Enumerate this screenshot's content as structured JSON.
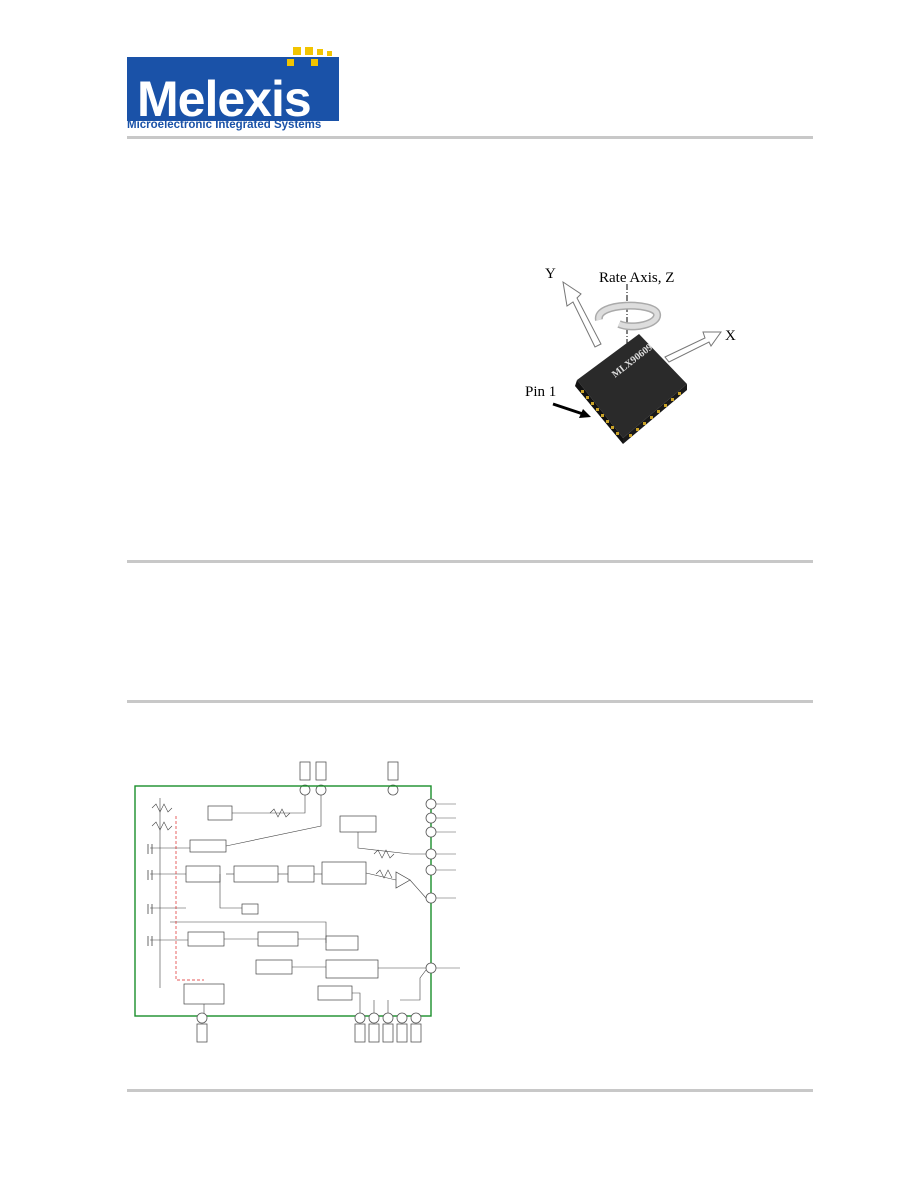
{
  "logo": {
    "wordmark": "Melexis",
    "tagline": "Microelectronic Integrated Systems",
    "colors": {
      "brand_blue": "#1a52a8",
      "accent_yellow": "#f2c400"
    }
  },
  "chip_figure": {
    "label_y": "Y",
    "label_rate_axis": "Rate Axis, Z",
    "label_x": "X",
    "label_pin1": "Pin 1",
    "chip_marking": "MLX90609"
  },
  "colors": {
    "rule_gray": "#c8c8c8",
    "diagram_border_green": "#1a8f2a"
  }
}
